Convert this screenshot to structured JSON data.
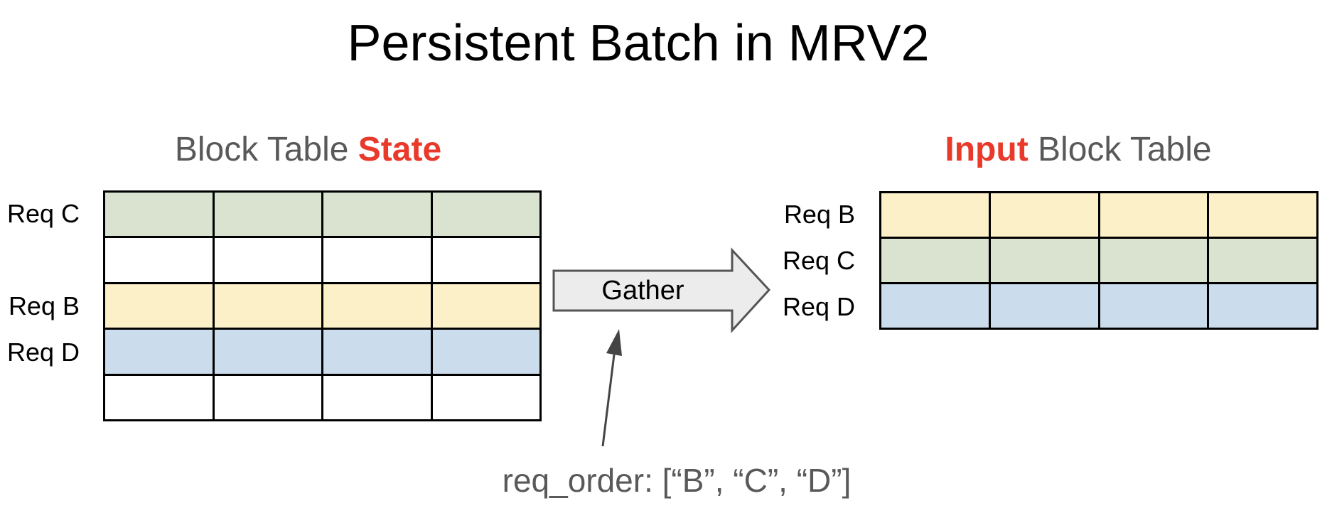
{
  "title": "Persistent Batch in MRV2",
  "colors": {
    "accent_red": "#E8392B",
    "heading_gray": "#595959",
    "annotation_gray": "#595959",
    "table_border": "#000000",
    "green": "#D9E3D0",
    "yellow": "#FCF0C9",
    "blue": "#CBDCEC",
    "white": "#FFFFFF",
    "gather_fill": "#ECECEC",
    "gather_border": "#555555",
    "pointer_arrow": "#444444"
  },
  "left_panel": {
    "heading": {
      "prefix": "Block Table ",
      "emphasis": "State"
    },
    "table": {
      "columns": 4,
      "rows": [
        {
          "label": "Req C",
          "color": "green"
        },
        {
          "label": "",
          "color": "white"
        },
        {
          "label": "Req B",
          "color": "yellow"
        },
        {
          "label": "Req D",
          "color": "blue"
        },
        {
          "label": "",
          "color": "white"
        }
      ]
    }
  },
  "gather": {
    "label": "Gather"
  },
  "right_panel": {
    "heading": {
      "emphasis": "Input",
      "suffix": " Block Table"
    },
    "table": {
      "columns": 4,
      "rows": [
        {
          "label": "Req B",
          "color": "yellow"
        },
        {
          "label": "Req C",
          "color": "green"
        },
        {
          "label": "Req D",
          "color": "blue"
        }
      ]
    }
  },
  "annotation": {
    "text": "req_order: [“B”, “C”, “D”]"
  }
}
